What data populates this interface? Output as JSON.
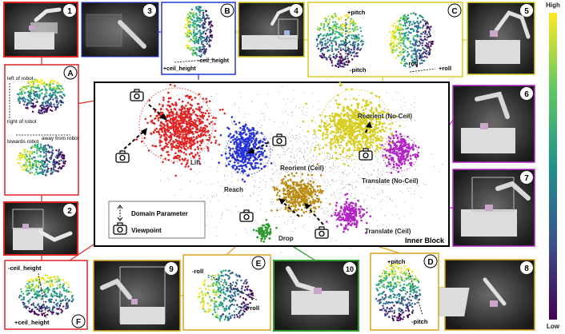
{
  "colors": {
    "red": "#e02424",
    "blue": "#2633d6",
    "yellow": "#d6cd1e",
    "magenta": "#b324c4",
    "orange": "#d9a41e",
    "green": "#2f9a2f",
    "gold_dark": "#b98a12"
  },
  "panel_numbers": [
    "1",
    "2",
    "3",
    "4",
    "5",
    "6",
    "7",
    "8",
    "9",
    "10"
  ],
  "panel_letters": [
    "A",
    "B",
    "C",
    "D",
    "E",
    "F"
  ],
  "panelA": {
    "left_of_robot": "left of robot",
    "right_of_robot": "right of robot",
    "towards_robot": "towards robot",
    "away_from_robot": "away from robot"
  },
  "panelB": {
    "plus": "+ceil_height",
    "minus": "-ceil_height"
  },
  "panelC": {
    "plus_pitch": "+pitch",
    "minus_pitch": "-pitch",
    "minus_roll": "-roll",
    "plus_roll": "+roll"
  },
  "panelD": {
    "plus_pitch": "+pitch",
    "minus_pitch": "-pitch"
  },
  "panelE": {
    "minus_roll": "-roll",
    "plus_roll": "+roll"
  },
  "panelF": {
    "minus": "-ceil_height",
    "plus": "+ceil_height"
  },
  "clusters": {
    "lift": "Lift",
    "reach": "Reach",
    "reorient_no_ceil": "Reorient (No-Ceil)",
    "reorient_ceil": "Reorient (Ceil)",
    "translate_no_ceil": "Translate (No-Ceil)",
    "translate_ceil": "Translate (Ceil)",
    "drop": "Drop"
  },
  "inner_block_label": "Inner Block",
  "legend": {
    "domain_parameter": "Domain Parameter",
    "viewpoint": "Viewpoint"
  },
  "colorbar": {
    "high": "High",
    "low": "Low"
  }
}
